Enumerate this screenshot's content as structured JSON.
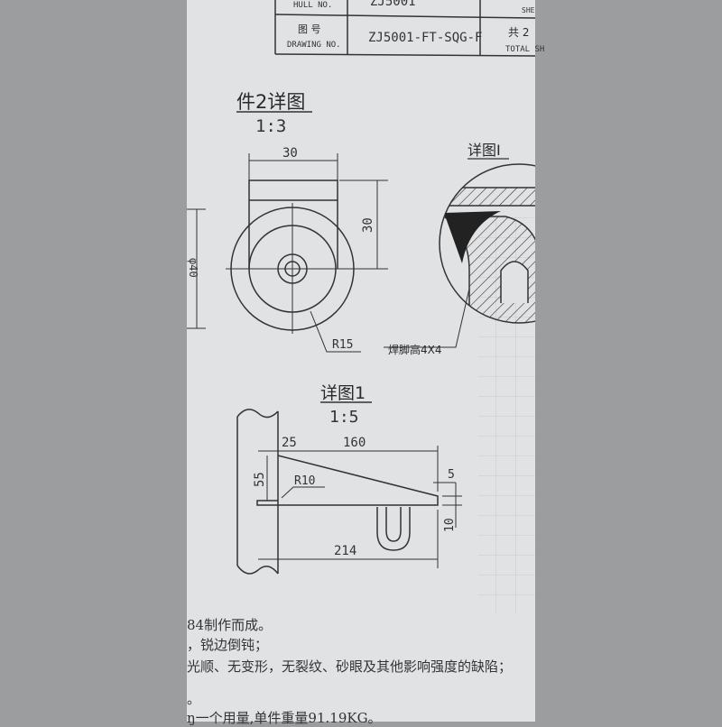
{
  "title_block": {
    "hull_label": "HULL NO.",
    "hull_value": "ZJ5001",
    "drawing_label_cn": "图 号",
    "drawing_label": "DRAWING NO.",
    "drawing_value": "ZJ5001-FT-SQG-F",
    "sheet_label": "SHE",
    "total_cn": "共 2",
    "total_label": "TOTAL SH"
  },
  "detail_part2": {
    "title": "件2详图",
    "scale": "1:3",
    "dims": {
      "width": "30",
      "height": "30",
      "diameter": "φ40",
      "radius": "R15"
    }
  },
  "detail_I": {
    "title": "详图I",
    "weld_note": "焊脚高4X4"
  },
  "detail_1": {
    "title": "详图1",
    "scale": "1:5",
    "dims": {
      "offset": "25",
      "length": "160",
      "height": "55",
      "radius": "R10",
      "end": "5",
      "thickness": "10",
      "total": "214"
    }
  },
  "notes": [
    "84制作而成。",
    "，锐边倒钝；",
    "光顺、无变形，无裂纹、砂眼及其他影响强度的缺陷；",
    "。",
    "ŋ一个用量,单件重量91.19KG。"
  ]
}
